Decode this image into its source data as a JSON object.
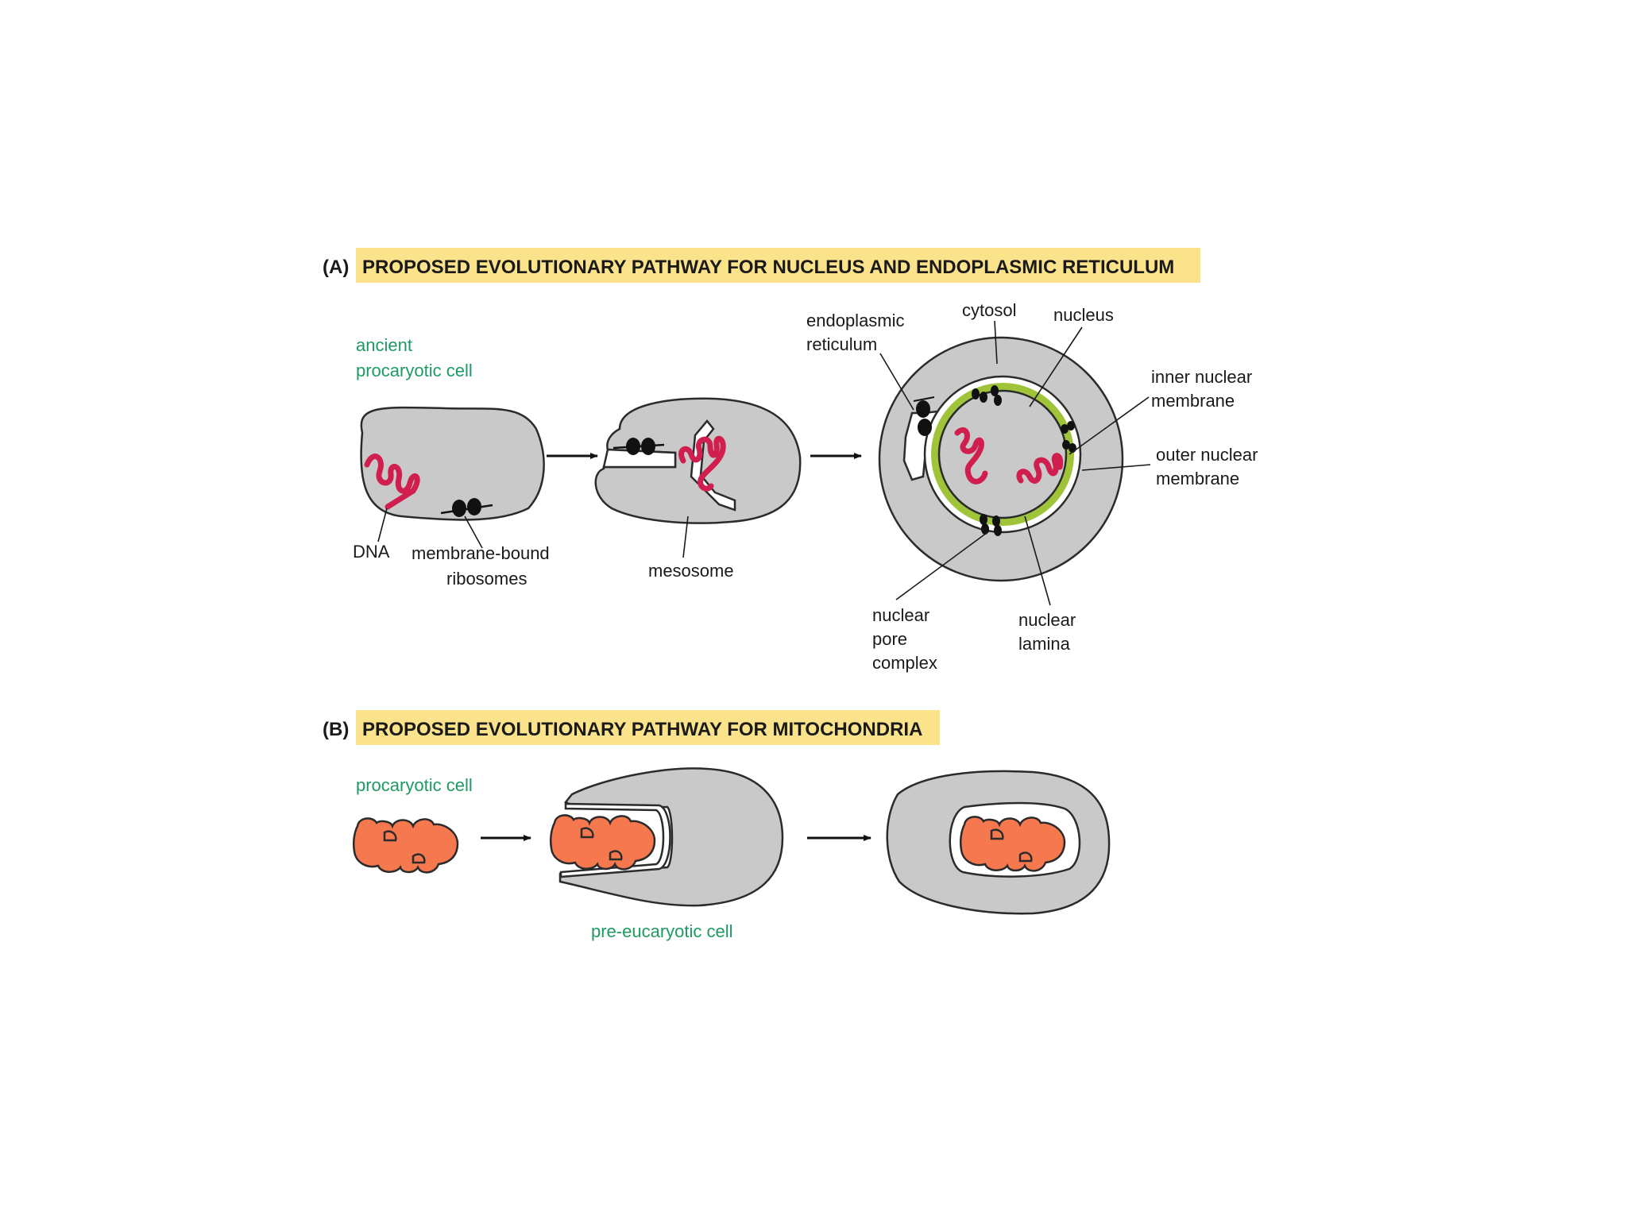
{
  "panel_a": {
    "letter": "(A)",
    "title": "PROPOSED EVOLUTIONARY PATHWAY FOR NUCLEUS AND ENDOPLASMIC RETICULUM",
    "ancient_cell_line1": "ancient",
    "ancient_cell_line2": "procaryotic cell",
    "dna": "DNA",
    "ribosomes_line1": "membrane-bound",
    "ribosomes_line2": "ribosomes",
    "mesosome": "mesosome",
    "er_line1": "endoplasmic",
    "er_line2": "reticulum",
    "cytosol": "cytosol",
    "nucleus": "nucleus",
    "inner_line1": "inner nuclear",
    "inner_line2": "membrane",
    "outer_line1": "outer nuclear",
    "outer_line2": "membrane",
    "pore_line1": "nuclear",
    "pore_line2": "pore",
    "pore_line3": "complex",
    "lamina_line1": "nuclear",
    "lamina_line2": "lamina"
  },
  "panel_b": {
    "letter": "(B)",
    "title": "PROPOSED EVOLUTIONARY PATHWAY FOR MITOCHONDRIA",
    "procaryotic_cell": "procaryotic cell",
    "pre_eucaryotic_cell": "pre-eucaryotic cell"
  },
  "colors": {
    "title_highlight": "#fbe38c",
    "cell_fill": "#c9c9c9",
    "dna": "#d01f4e",
    "lamina": "#9fc43a",
    "mitochondrion": "#f5784f",
    "green_label": "#1e9a63"
  }
}
